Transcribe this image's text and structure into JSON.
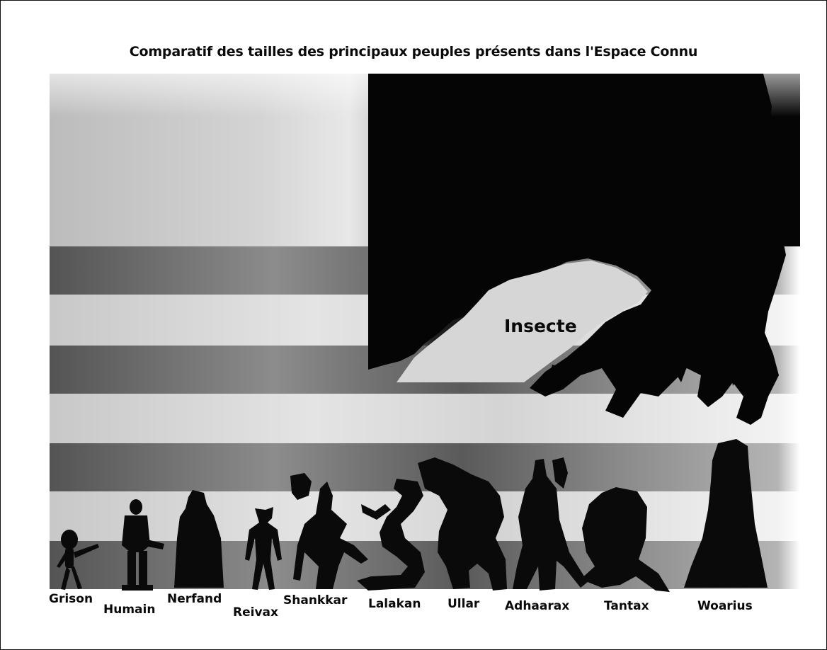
{
  "title": "Comparatif des tailles des principaux peuples présents dans l'Espace Connu",
  "big_label": "Insecte",
  "peoples": [
    {
      "name": "Grison"
    },
    {
      "name": "Humain"
    },
    {
      "name": "Nerfand"
    },
    {
      "name": "Reivax"
    },
    {
      "name": "Shankkar"
    },
    {
      "name": "Lalakan"
    },
    {
      "name": "Ullar"
    },
    {
      "name": "Adhaarax"
    },
    {
      "name": "Tantax"
    },
    {
      "name": "Woarius"
    }
  ],
  "colors": {
    "silhouette": "#0a0a0a",
    "band_dark": "#6e6e6e",
    "band_light": "#d8d8d8",
    "background": "#ffffff"
  }
}
